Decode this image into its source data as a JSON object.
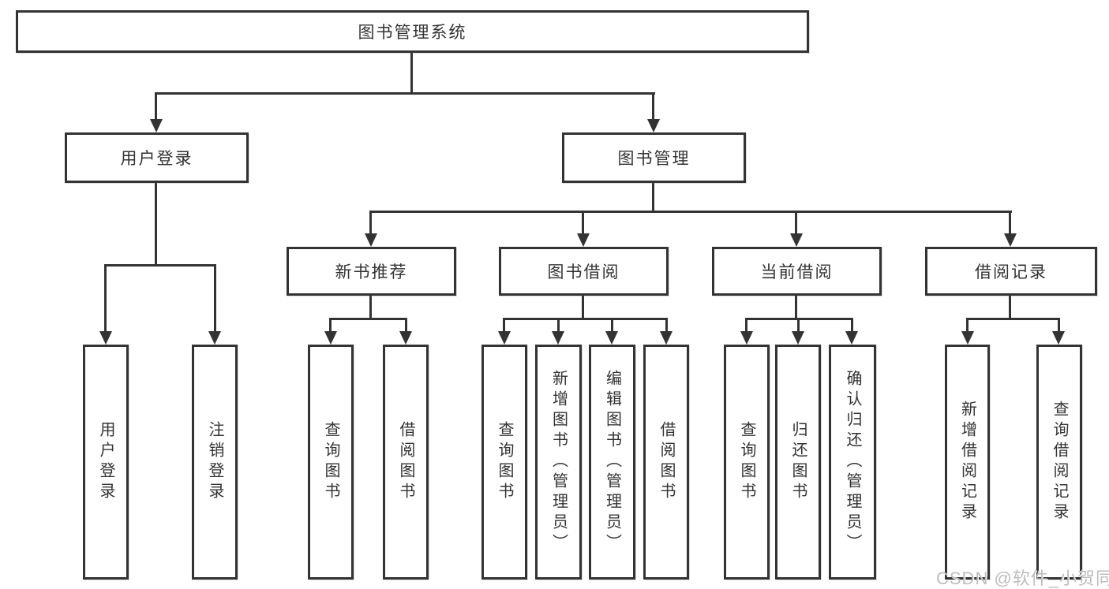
{
  "colors": {
    "line": "#333333",
    "text": "#333333",
    "background": "#ffffff",
    "watermark": "#bdbdbd"
  },
  "tree": {
    "label": "图书管理系统",
    "children": [
      {
        "label": "用户登录",
        "children": [
          {
            "label": "用户登录"
          },
          {
            "label": "注销登录"
          }
        ]
      },
      {
        "label": "图书管理",
        "children": [
          {
            "label": "新书推荐",
            "children": [
              {
                "label": "查询图书"
              },
              {
                "label": "借阅图书"
              }
            ]
          },
          {
            "label": "图书借阅",
            "children": [
              {
                "label": "查询图书"
              },
              {
                "label": "新增图书（管理员）"
              },
              {
                "label": "编辑图书（管理员）"
              },
              {
                "label": "借阅图书"
              }
            ]
          },
          {
            "label": "当前借阅",
            "children": [
              {
                "label": "查询图书"
              },
              {
                "label": "归还图书"
              },
              {
                "label": "确认归还（管理员）"
              }
            ]
          },
          {
            "label": "借阅记录",
            "children": [
              {
                "label": "新增借阅记录"
              },
              {
                "label": "查询借阅记录"
              }
            ]
          }
        ]
      }
    ]
  },
  "watermark": {
    "text": "CSDN @软件_小贺同学"
  }
}
